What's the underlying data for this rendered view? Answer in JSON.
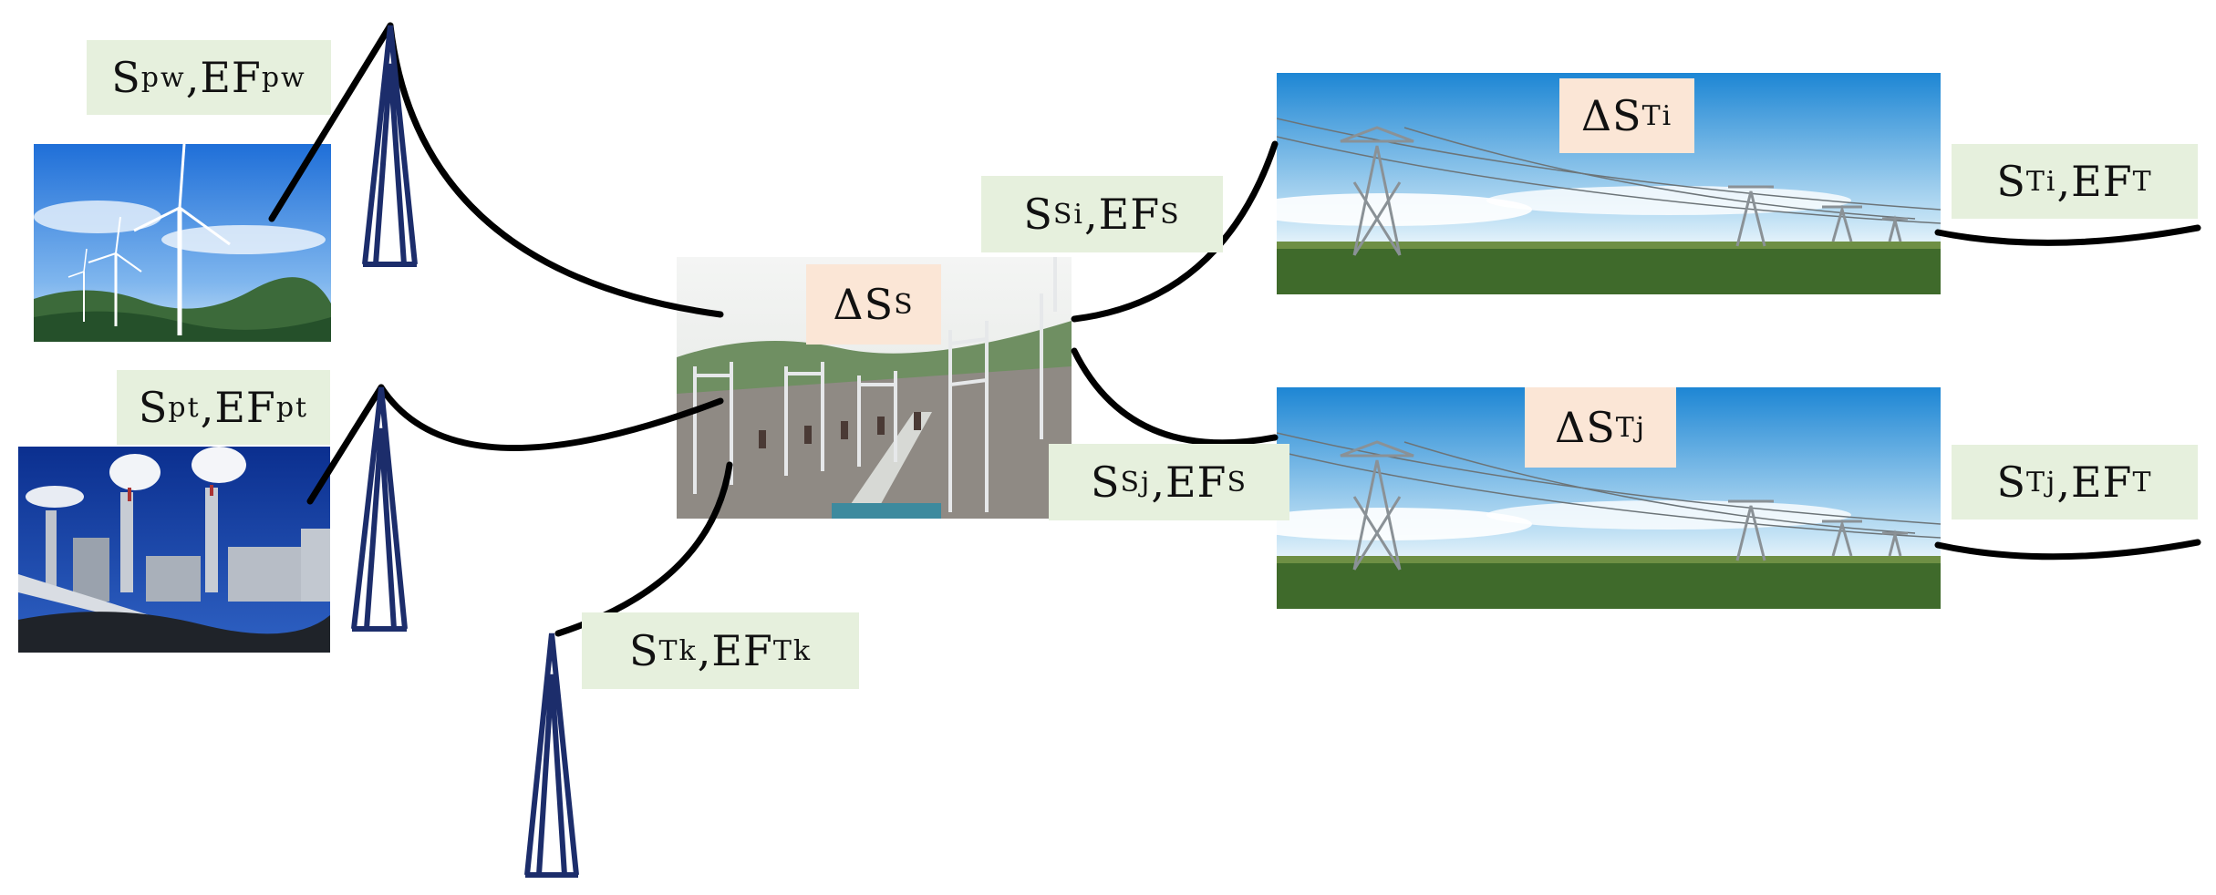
{
  "nodes": {
    "wind": {
      "s_main": "S",
      "s_sub": "pw",
      "sep": ",",
      "ef_main": "EF",
      "ef_sub": "pw"
    },
    "thermal": {
      "s_main": "S",
      "s_sub": "pt",
      "sep": ",",
      "ef_main": "EF",
      "ef_sub": "pt"
    },
    "external": {
      "s_main": "S",
      "s_sub": "Tk",
      "sep": ",",
      "ef_main": "EF",
      "ef_sub": "Tk"
    },
    "substation_out_i": {
      "s_main": "S",
      "s_sub": "Si",
      "sep": ",",
      "ef_main": "EF",
      "ef_sub": "S"
    },
    "substation_out_j": {
      "s_main": "S",
      "s_sub": "Sj",
      "sep": ",",
      "ef_main": "EF",
      "ef_sub": "S"
    },
    "line_i_out": {
      "s_main": "S",
      "s_sub": "Ti",
      "sep": ",",
      "ef_main": "EF",
      "ef_sub": "T"
    },
    "line_j_out": {
      "s_main": "S",
      "s_sub": "Tj",
      "sep": ",",
      "ef_main": "EF",
      "ef_sub": "T"
    }
  },
  "losses": {
    "substation": {
      "main": "ΔS",
      "sub": "S"
    },
    "line_i": {
      "main": "ΔS",
      "sub": "Ti"
    },
    "line_j": {
      "main": "ΔS",
      "sub": "Tj"
    }
  },
  "colors": {
    "label_green": "#e6f0dd",
    "label_peach": "#fbe6d6",
    "wire": "#000000",
    "tower": "#1c2d6b"
  },
  "images": {
    "wind": "wind-farm-photo",
    "thermal": "thermal-power-plant-photo",
    "substation": "substation-photo",
    "line_i": "transmission-line-photo",
    "line_j": "transmission-line-photo"
  }
}
